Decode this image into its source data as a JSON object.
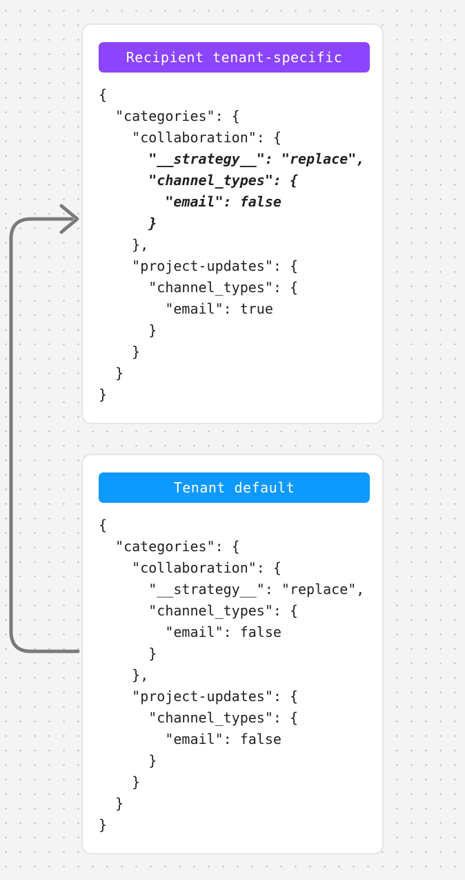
{
  "canvas": {
    "background_color": "#f4f4f4",
    "dot_color": "#c2c2c2"
  },
  "arrow": {
    "name": "loop-from-tenant-default-to-recipient-card",
    "color": "#7a7a7a"
  },
  "cards": [
    {
      "badge": "Recipient tenant-specific",
      "badge_color": "#8b45fc",
      "lines": [
        {
          "text": "{",
          "em": false
        },
        {
          "text": "  \"categories\": {",
          "em": false
        },
        {
          "text": "    \"collaboration\": {",
          "em": false
        },
        {
          "text": "      \"__strategy__\": \"replace\",",
          "em": true
        },
        {
          "text": "      \"channel_types\": {",
          "em": true
        },
        {
          "text": "        \"email\": false",
          "em": true
        },
        {
          "text": "      }",
          "em": true
        },
        {
          "text": "    },",
          "em": false
        },
        {
          "text": "    \"project-updates\": {",
          "em": false
        },
        {
          "text": "      \"channel_types\": {",
          "em": false
        },
        {
          "text": "        \"email\": true",
          "em": false
        },
        {
          "text": "      }",
          "em": false
        },
        {
          "text": "    }",
          "em": false
        },
        {
          "text": "  }",
          "em": false
        },
        {
          "text": "}",
          "em": false
        }
      ]
    },
    {
      "badge": "Tenant default",
      "badge_color": "#0d99ff",
      "lines": [
        {
          "text": "{",
          "em": false
        },
        {
          "text": "  \"categories\": {",
          "em": false
        },
        {
          "text": "    \"collaboration\": {",
          "em": false
        },
        {
          "text": "      \"__strategy__\": \"replace\",",
          "em": false
        },
        {
          "text": "      \"channel_types\": {",
          "em": false
        },
        {
          "text": "        \"email\": false",
          "em": false
        },
        {
          "text": "      }",
          "em": false
        },
        {
          "text": "    },",
          "em": false
        },
        {
          "text": "    \"project-updates\": {",
          "em": false
        },
        {
          "text": "      \"channel_types\": {",
          "em": false
        },
        {
          "text": "        \"email\": false",
          "em": false
        },
        {
          "text": "      }",
          "em": false
        },
        {
          "text": "    }",
          "em": false
        },
        {
          "text": "  }",
          "em": false
        },
        {
          "text": "}",
          "em": false
        }
      ]
    }
  ]
}
